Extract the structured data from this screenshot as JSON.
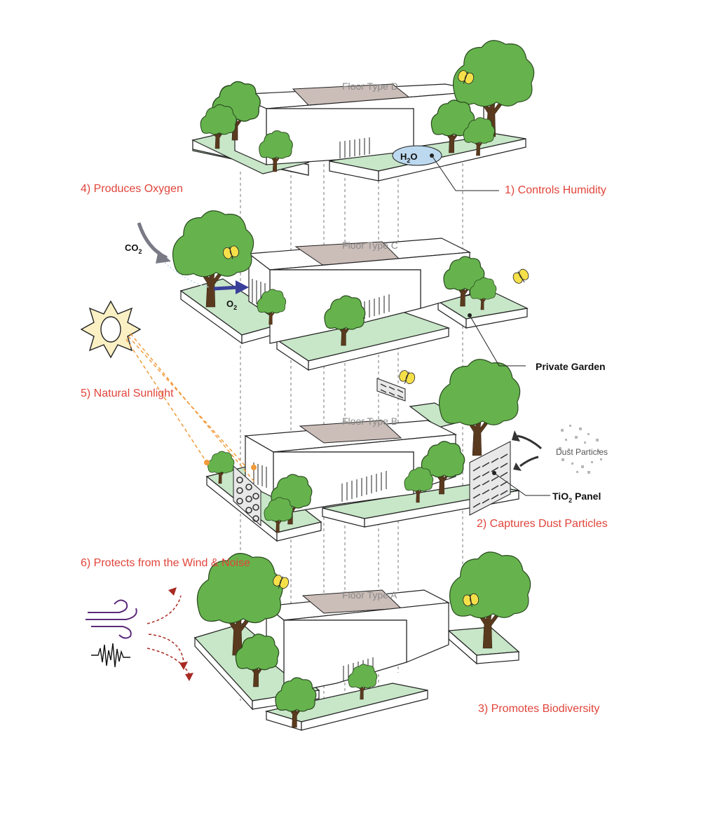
{
  "floors": [
    {
      "label": "Floor Type D"
    },
    {
      "label": "Floor Type C"
    },
    {
      "label": "Floor Type B"
    },
    {
      "label": "Floor Type A"
    }
  ],
  "benefits": {
    "humidity": "1) Controls Humidity",
    "dust": "2) Captures Dust Particles",
    "biodiversity": "3) Promotes Biodiversity",
    "oxygen": "4) Produces Oxygen",
    "sunlight": "5) Natural Sunlight",
    "wind": "6) Protects from the Wind & Noise"
  },
  "callouts": {
    "private_garden": "Private Garden",
    "tio2_panel": "TiO",
    "tio2_panel_sub": "2",
    "tio2_panel_suffix": " Panel",
    "dust_particles": "Dust Particles"
  },
  "chem": {
    "h2o_h": "H",
    "h2o_sub": "2",
    "h2o_o": "O",
    "co2_c": "CO",
    "co2_sub": "2",
    "o2_o": "O",
    "o2_sub": "2"
  },
  "colors": {
    "benefit_text": "#e0443a",
    "greenery": "#66b34d",
    "slab_green": "#c8e6c8",
    "roof_patch": "#cbbdb8",
    "butterfly": "#f5e04a",
    "water": "#bcd9ef",
    "co2_arrow": "#7a7a86",
    "o2_arrow": "#3a3f9a",
    "sun_rays": "#f29a3a",
    "wind": "#5a2a7a",
    "noise_arrows": "#a82a22"
  }
}
